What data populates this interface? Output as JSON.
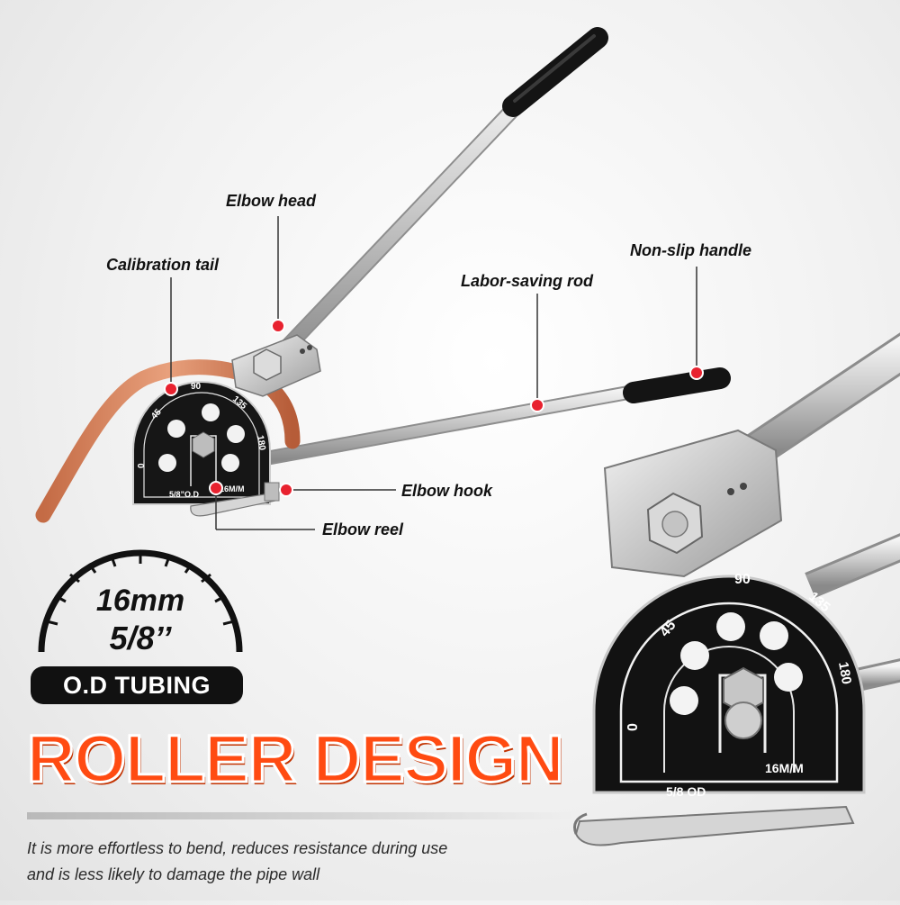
{
  "callouts": {
    "elbow_head": "Elbow head",
    "calibration_tail": "Calibration tail",
    "non_slip_handle": "Non-slip handle",
    "labor_saving_rod": "Labor-saving rod",
    "elbow_hook": "Elbow hook",
    "elbow_reel": "Elbow reel"
  },
  "spec": {
    "size_mm": "16mm",
    "size_inch": "5/8’’",
    "tubing_label": "O.D TUBING"
  },
  "headline": "ROLLER DESIGN",
  "description": {
    "line1": "It is more effortless to bend, reduces resistance during use",
    "line2": "and is less likely to damage the pipe wall"
  },
  "dial_markings": {
    "small": {
      "deg_0": "0",
      "deg_45": "45",
      "deg_90": "90",
      "deg_135": "135",
      "deg_180": "180",
      "size_od": "5/8”O.D",
      "size_mm": "16M/M"
    },
    "large": {
      "deg_0": "0",
      "deg_45": "45",
      "deg_90": "90",
      "deg_135": "135",
      "deg_180": "180",
      "size_od": "5/8 OD",
      "size_mm": "16M/M"
    }
  },
  "colors": {
    "accent_orange": "#ff4b12",
    "dot_red": "#e8222f",
    "handle_black": "#111111",
    "copper": "#d9825c"
  }
}
